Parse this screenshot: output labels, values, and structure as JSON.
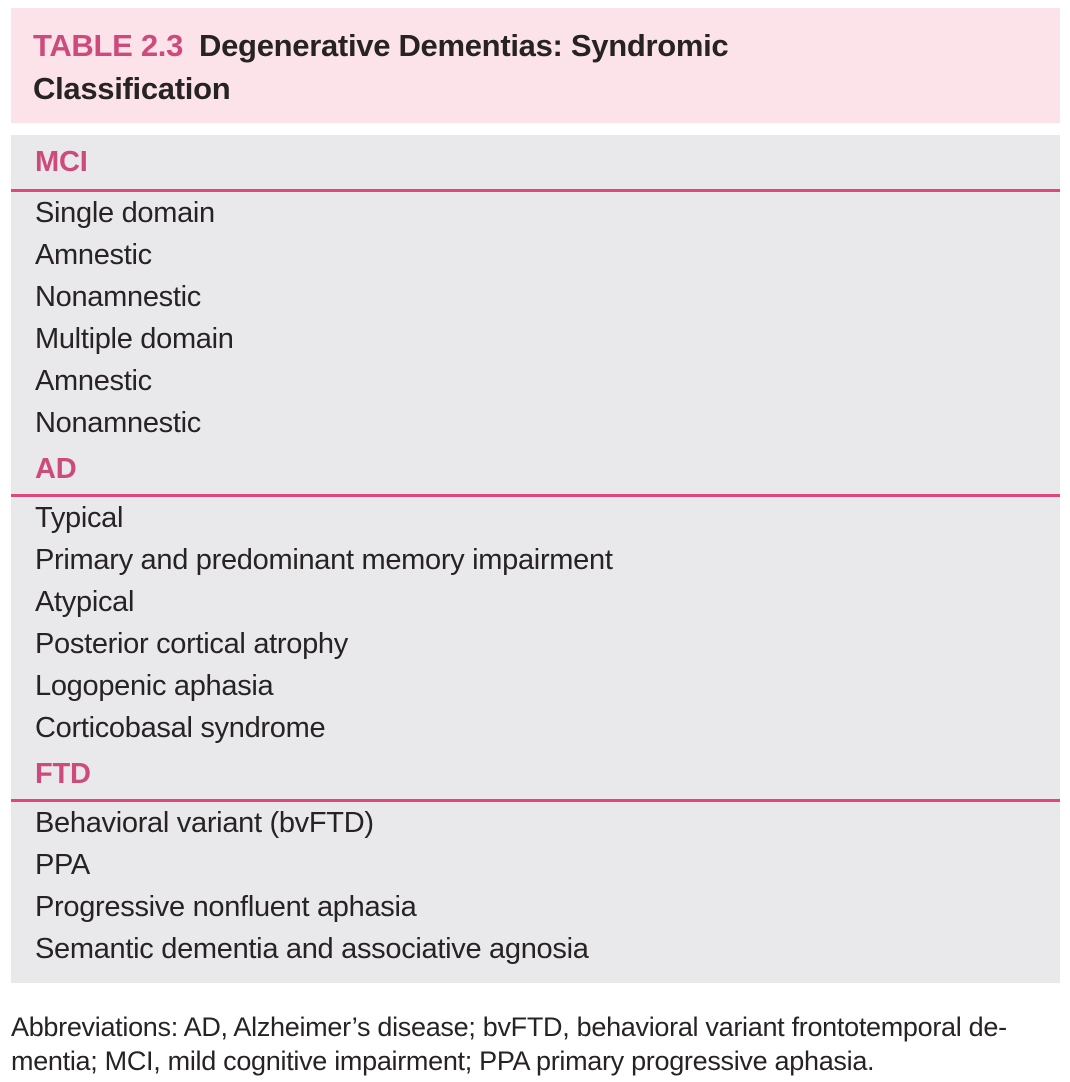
{
  "colors": {
    "accent": "#cd4b7c",
    "rule": "#e0487d",
    "header_bg": "#fbe3e9",
    "body_bg": "#e9e8ea",
    "text": "#272324"
  },
  "table": {
    "label": "TABLE 2.3",
    "title": "Degenerative Dementias: Syndromic Classification",
    "sections": [
      {
        "heading": "MCI",
        "items": [
          "Single domain",
          "Amnestic",
          "Nonamnestic",
          "Multiple domain",
          "Amnestic",
          "Nonamnestic"
        ]
      },
      {
        "heading": "AD",
        "items": [
          "Typical",
          "Primary and predominant memory impairment",
          "Atypical",
          "Posterior cortical atrophy",
          "Logopenic aphasia",
          "Corticobasal syndrome"
        ]
      },
      {
        "heading": "FTD",
        "items": [
          "Behavioral variant (bvFTD)",
          "PPA",
          "Progressive nonfluent aphasia",
          "Semantic dementia and associative agnosia"
        ]
      }
    ]
  },
  "footnote": {
    "line1": "Abbreviations: AD, Alzheimer’s disease; bvFTD, behavioral variant frontotemporal de-",
    "line2": "mentia; MCI, mild cognitive impairment; PPA primary progressive aphasia."
  }
}
